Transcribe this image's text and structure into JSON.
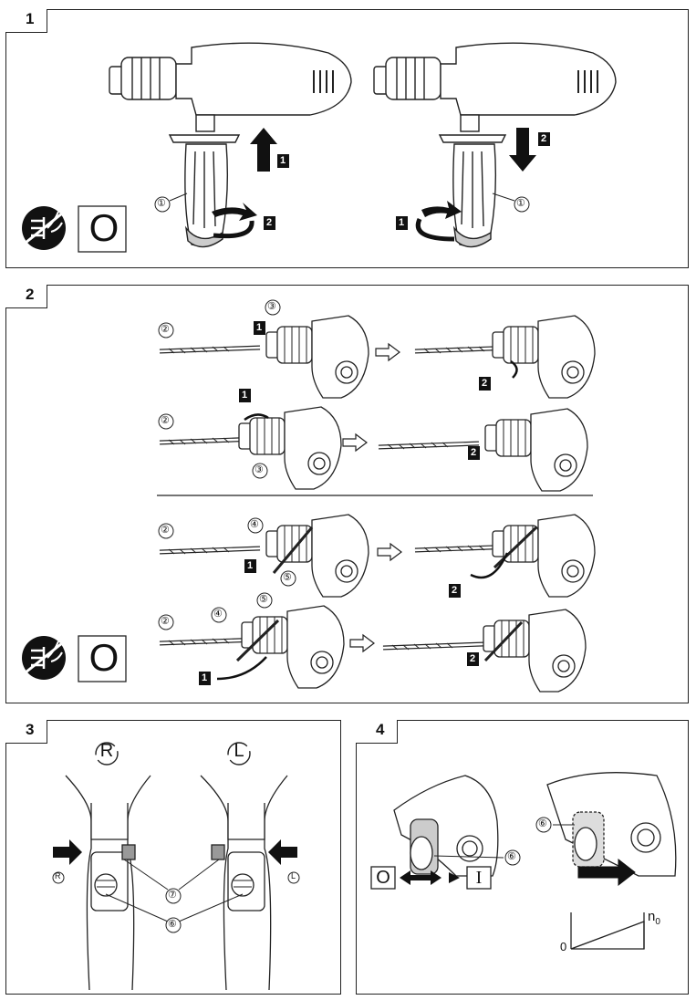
{
  "panels": {
    "p1": {
      "number": "1"
    },
    "p2": {
      "number": "2"
    },
    "p3": {
      "number": "3"
    },
    "p4": {
      "number": "4"
    }
  },
  "callouts": {
    "c1": "①",
    "c2": "②",
    "c3": "③",
    "c4": "④",
    "c5": "⑤",
    "c6": "⑥",
    "c7": "⑦"
  },
  "steps": {
    "s1": "1",
    "s2": "2"
  },
  "switch": {
    "off_symbol": "O",
    "on_symbol": "I"
  },
  "rotation": {
    "right": "R",
    "left": "L"
  },
  "speed": {
    "zero": "0",
    "max_n": "n",
    "max_sub": "0"
  }
}
